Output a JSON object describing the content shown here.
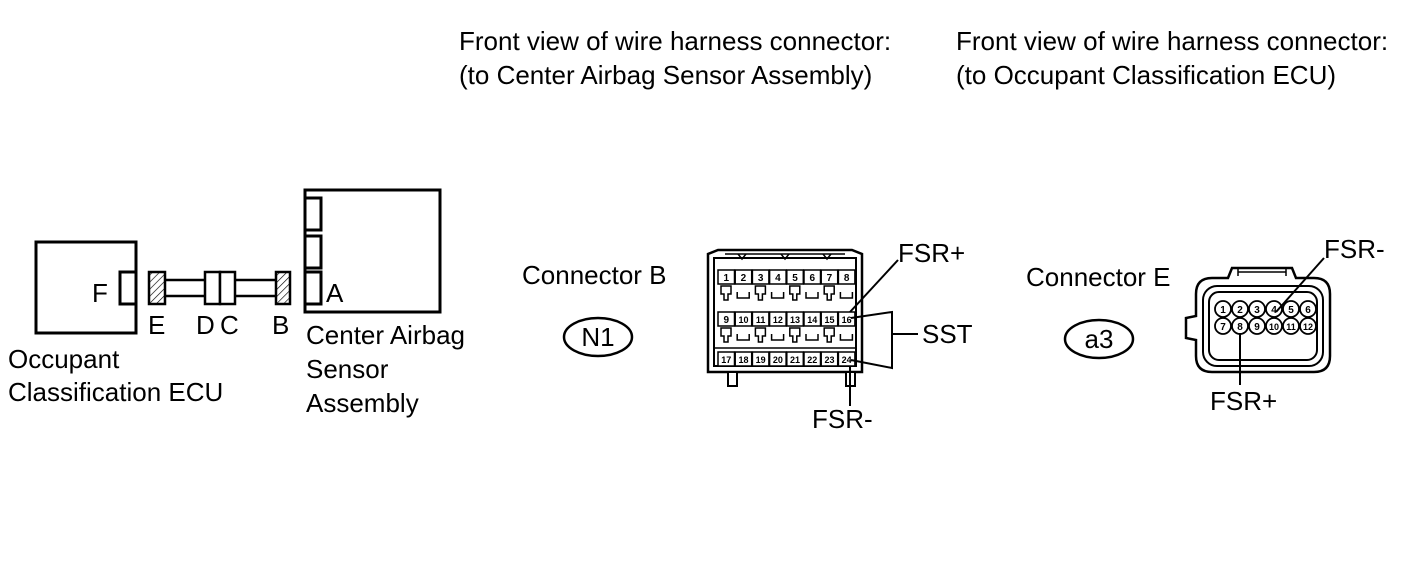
{
  "headings": {
    "connector_b_line1": "Front view of wire harness connector:",
    "connector_b_line2": "(to Center Airbag Sensor Assembly)",
    "connector_e_line1": "Front view of wire harness connector:",
    "connector_e_line2": "(to Occupant Classification ECU)"
  },
  "left_diagram": {
    "ecu_letter": "F",
    "ecu_label_line1": "Occupant",
    "ecu_label_line2": "Classification ECU",
    "joint_e": "E",
    "joint_d": "D",
    "joint_c": "C",
    "joint_b": "B",
    "sensor_letter": "A",
    "sensor_label_line1": "Center Airbag",
    "sensor_label_line2": "Sensor",
    "sensor_label_line3": "Assembly"
  },
  "connector_b": {
    "title": "Connector B",
    "code": "N1",
    "pins_row1": [
      "1",
      "2",
      "3",
      "4",
      "5",
      "6",
      "7",
      "8"
    ],
    "pins_row2": [
      "9",
      "10",
      "11",
      "12",
      "13",
      "14",
      "15",
      "16"
    ],
    "pins_row3": [
      "17",
      "18",
      "19",
      "20",
      "21",
      "22",
      "23",
      "24"
    ],
    "label_fsr_plus": "FSR+",
    "label_fsr_minus": "FSR-",
    "label_sst": "SST"
  },
  "connector_e": {
    "title": "Connector E",
    "code": "a3",
    "pins_row1": [
      "1",
      "2",
      "3",
      "4",
      "5",
      "6"
    ],
    "pins_row2": [
      "7",
      "8",
      "9",
      "10",
      "11",
      "12"
    ],
    "label_fsr_minus": "FSR-",
    "label_fsr_plus": "FSR+"
  }
}
